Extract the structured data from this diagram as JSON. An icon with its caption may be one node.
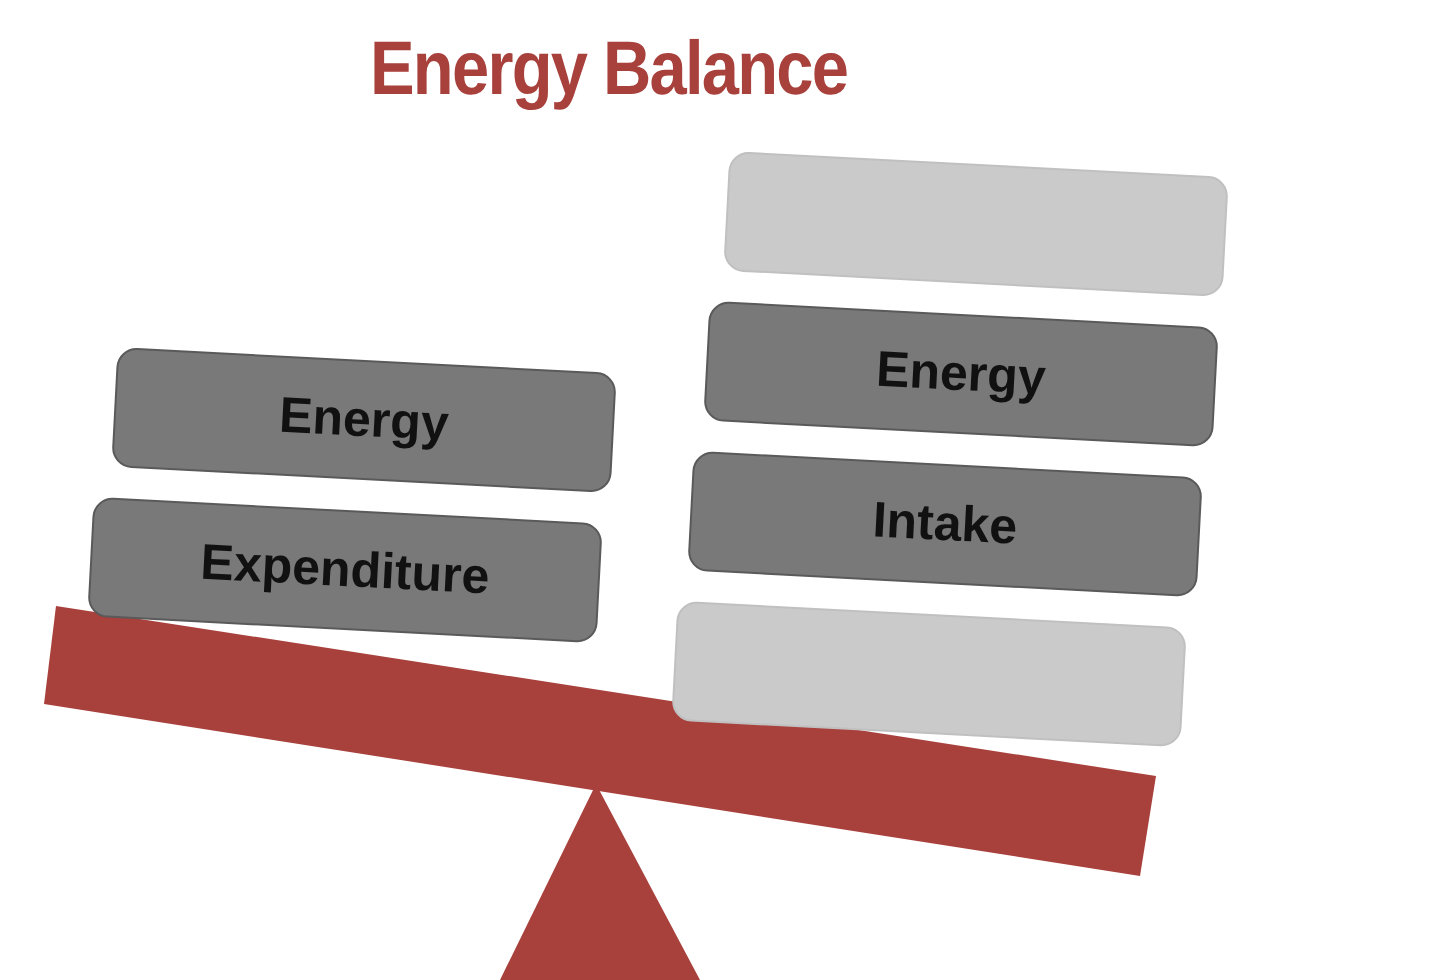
{
  "diagram": {
    "title": "Energy Balance",
    "nodes": [
      {
        "text": [
          "Energy"
        ]
      },
      {
        "text": [
          "Expenditure"
        ]
      },
      {
        "text": [],
        "shape": "box"
      },
      {
        "text": [
          "Energy"
        ]
      },
      {
        "text": [
          "Intake"
        ]
      },
      {
        "text": [],
        "shape": "box"
      }
    ]
  }
}
